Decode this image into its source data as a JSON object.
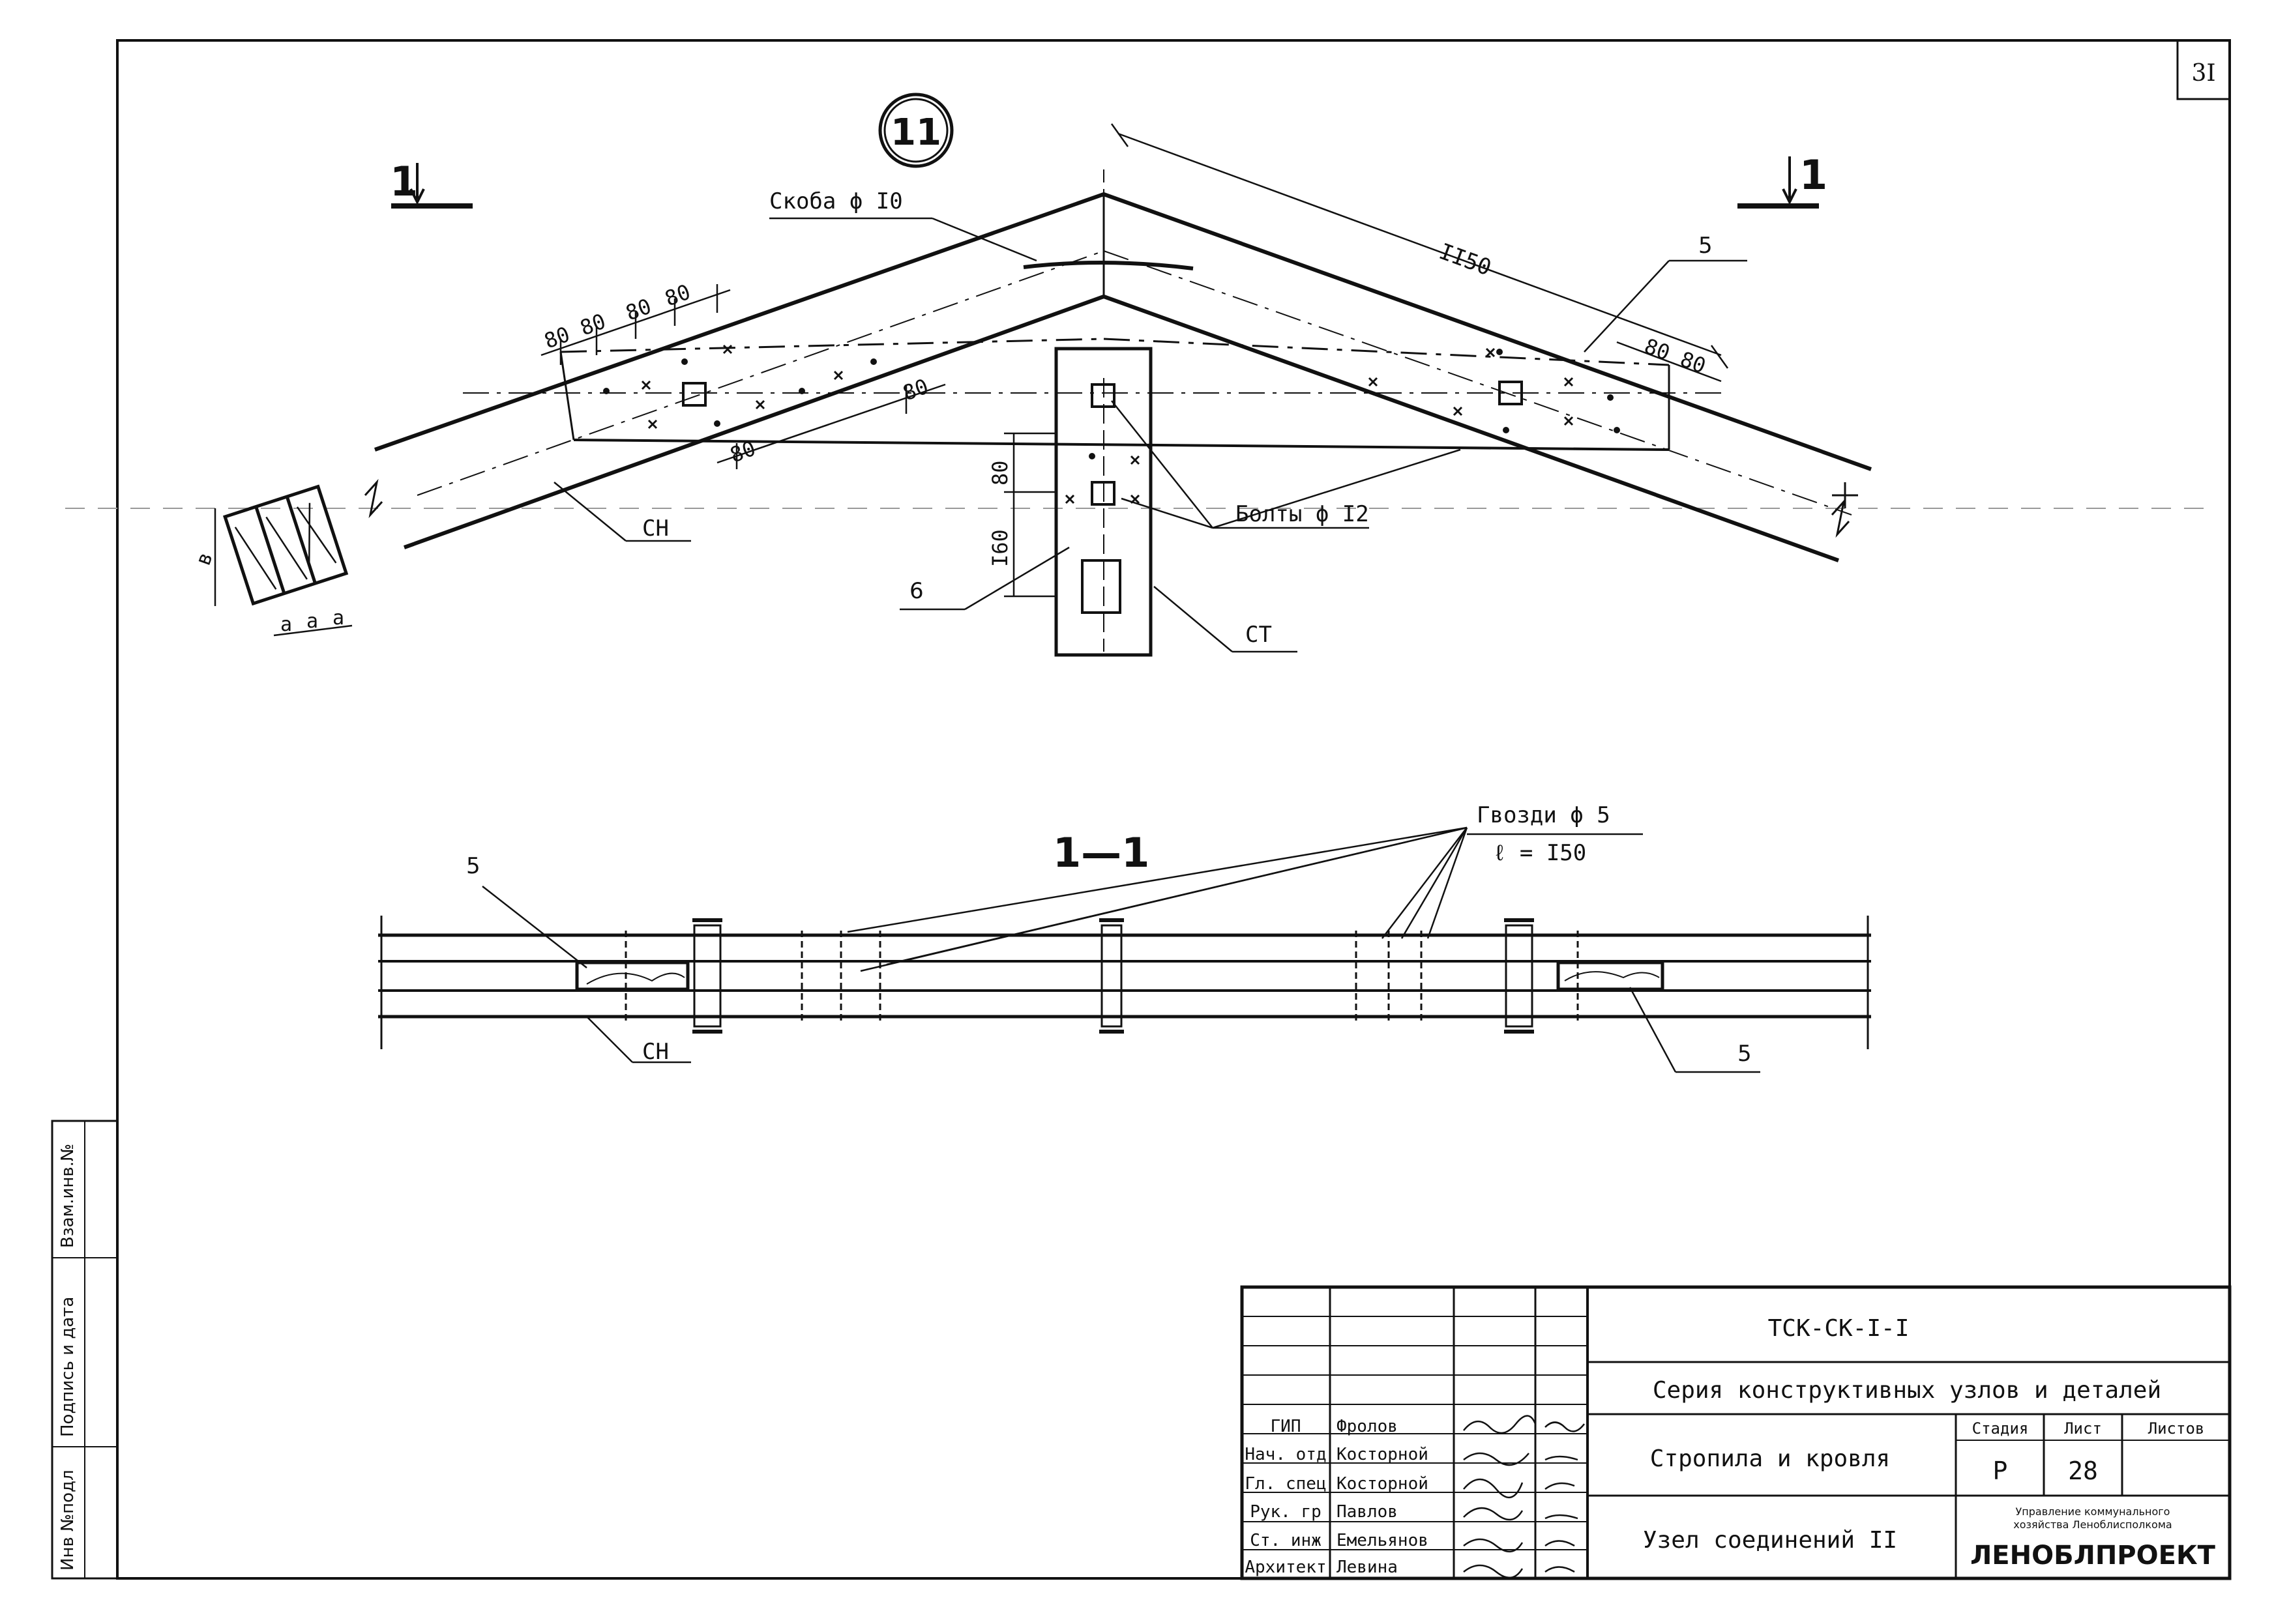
{
  "sheet_number": "3I",
  "node_number": "11",
  "section_mark": "1",
  "section_title": "1—1",
  "callouts": {
    "bracket": "Скоба ϕ I0",
    "bolts": "Болты ϕ I2",
    "nails": "Гвозди ϕ 5",
    "nail_length": "ℓ = I50",
    "rafter": "СН",
    "post": "СТ",
    "item_5": "5",
    "item_6": "6"
  },
  "dimensions": {
    "rafter_length": "II50",
    "spacing": "80",
    "post_upper": "80",
    "post_lower": "I60",
    "section_width": "в",
    "section_part": "a"
  },
  "title_block": {
    "document_code": "ТСК-СК-I-I",
    "series": "Серия конструктивных узлов и деталей",
    "section": "Стропила и кровля",
    "sheet_title": "Узел соединений II",
    "stage_header": "Стадия",
    "sheet_header": "Лист",
    "sheets_header": "Листов",
    "stage_value": "Р",
    "sheet_value": "28",
    "org_line1": "Управление коммунального",
    "org_line2": "хозяйства Леноблисполкома",
    "org_name": "ЛЕНОБЛПРОЕКТ",
    "staff": [
      {
        "role": "ГИП",
        "name": "Фролов"
      },
      {
        "role": "Нач. отд",
        "name": "Косторной"
      },
      {
        "role": "Гл. спец",
        "name": "Косторной"
      },
      {
        "role": "Рук. гр",
        "name": "Павлов"
      },
      {
        "role": "Ст. инж",
        "name": "Емельянов"
      },
      {
        "role": "Архитект",
        "name": "Левина"
      }
    ]
  },
  "side_stamp": {
    "inv_no": "Инв №подл",
    "signature_date": "Подпись и дата",
    "replace_inv": "Взам.инв.№"
  },
  "colors": {
    "ink": "#111111",
    "paper": "#ffffff"
  }
}
